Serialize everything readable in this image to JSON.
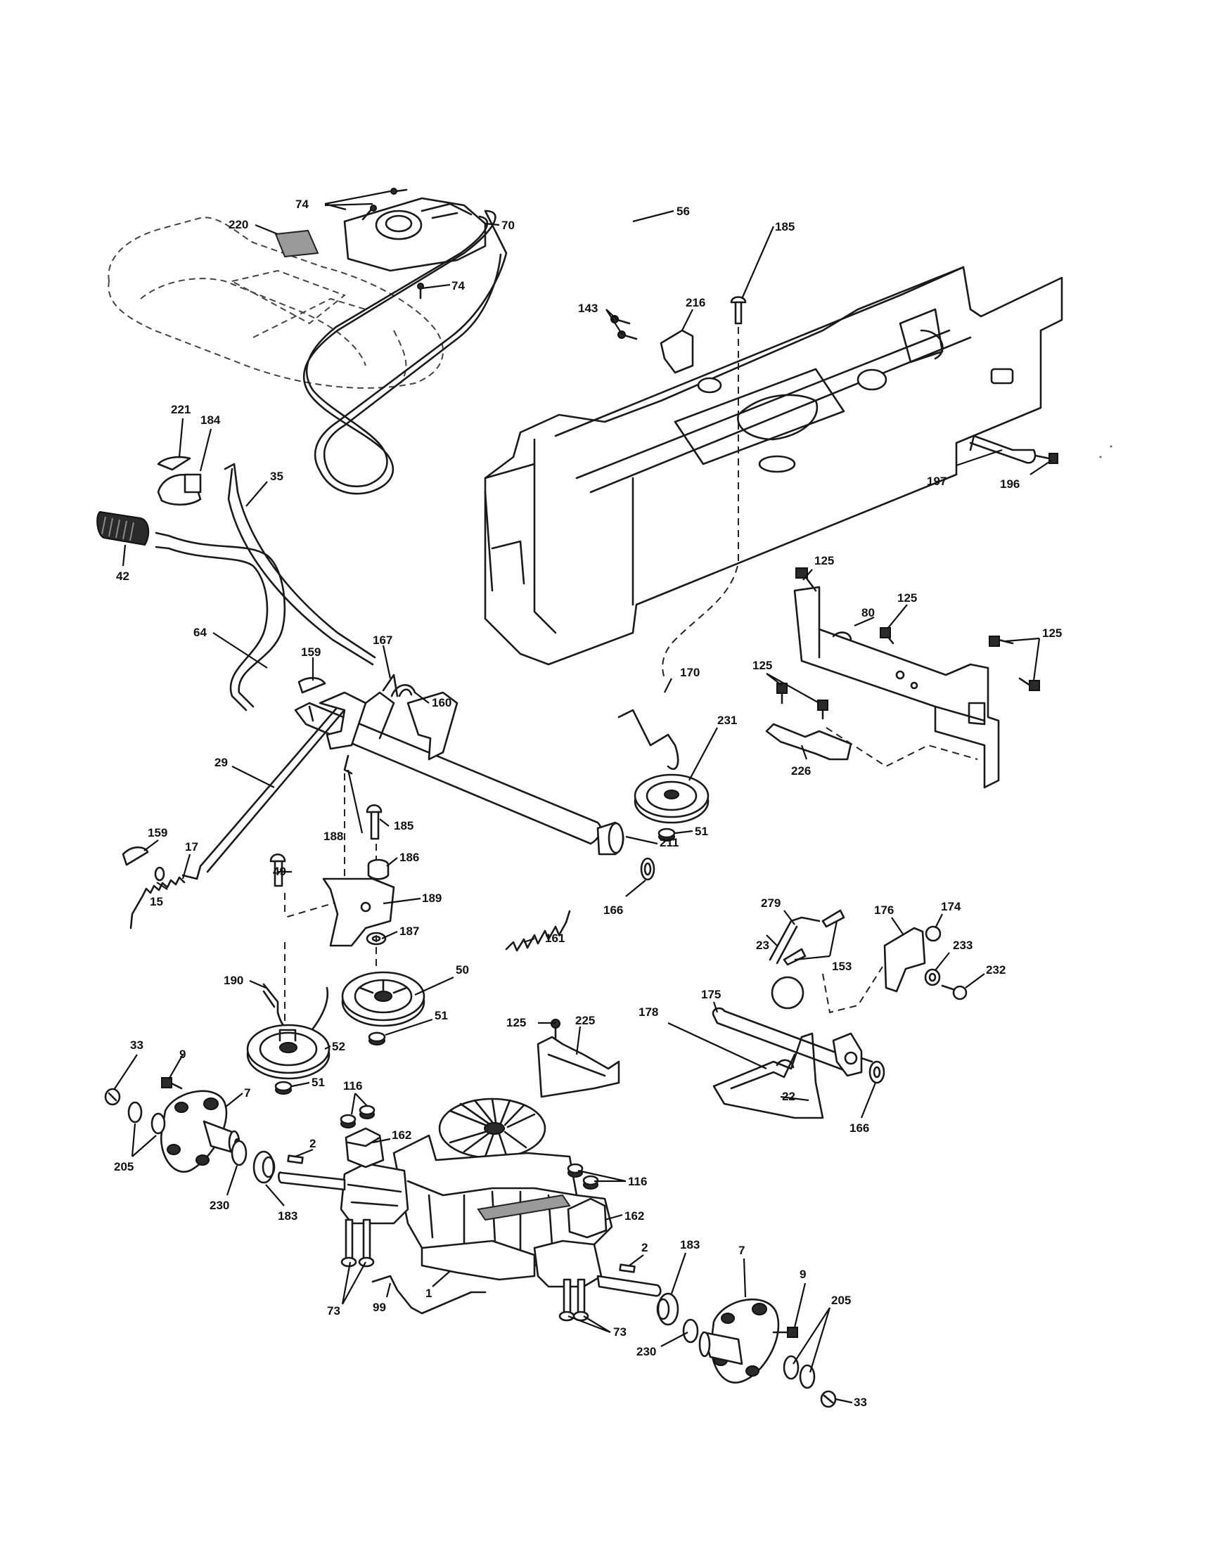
{
  "callouts": [
    {
      "id": "c74a",
      "label": "74"
    },
    {
      "id": "c220",
      "label": "220"
    },
    {
      "id": "c70",
      "label": "70"
    },
    {
      "id": "c56",
      "label": "56"
    },
    {
      "id": "c74b",
      "label": "74"
    },
    {
      "id": "c185a",
      "label": "185"
    },
    {
      "id": "c143",
      "label": "143"
    },
    {
      "id": "c216",
      "label": "216"
    },
    {
      "id": "c221",
      "label": "221"
    },
    {
      "id": "c184",
      "label": "184"
    },
    {
      "id": "c35",
      "label": "35"
    },
    {
      "id": "c42",
      "label": "42"
    },
    {
      "id": "c197",
      "label": "197"
    },
    {
      "id": "c196",
      "label": "196"
    },
    {
      "id": "c64",
      "label": "64"
    },
    {
      "id": "c159a",
      "label": "159"
    },
    {
      "id": "c167",
      "label": "167"
    },
    {
      "id": "c160",
      "label": "160"
    },
    {
      "id": "c125a",
      "label": "125"
    },
    {
      "id": "c80",
      "label": "80"
    },
    {
      "id": "c125b",
      "label": "125"
    },
    {
      "id": "c125c",
      "label": "125"
    },
    {
      "id": "c125d",
      "label": "125"
    },
    {
      "id": "c170",
      "label": "170"
    },
    {
      "id": "c231",
      "label": "231"
    },
    {
      "id": "c51a",
      "label": "51"
    },
    {
      "id": "c226",
      "label": "226"
    },
    {
      "id": "c29",
      "label": "29"
    },
    {
      "id": "c188",
      "label": "188"
    },
    {
      "id": "c185b",
      "label": "185"
    },
    {
      "id": "c211",
      "label": "211"
    },
    {
      "id": "c159b",
      "label": "159"
    },
    {
      "id": "c17",
      "label": "17"
    },
    {
      "id": "c186",
      "label": "186"
    },
    {
      "id": "c49",
      "label": "49"
    },
    {
      "id": "c189",
      "label": "189"
    },
    {
      "id": "c15",
      "label": "15"
    },
    {
      "id": "c166a",
      "label": "166"
    },
    {
      "id": "c187",
      "label": "187"
    },
    {
      "id": "c161",
      "label": "161"
    },
    {
      "id": "c279",
      "label": "279"
    },
    {
      "id": "c176",
      "label": "176"
    },
    {
      "id": "c174",
      "label": "174"
    },
    {
      "id": "c23",
      "label": "23"
    },
    {
      "id": "c153",
      "label": "153"
    },
    {
      "id": "c233",
      "label": "233"
    },
    {
      "id": "c232",
      "label": "232"
    },
    {
      "id": "c190",
      "label": "190"
    },
    {
      "id": "c50",
      "label": "50"
    },
    {
      "id": "c175",
      "label": "175"
    },
    {
      "id": "c178",
      "label": "178"
    },
    {
      "id": "c125e",
      "label": "125"
    },
    {
      "id": "c225",
      "label": "225"
    },
    {
      "id": "c51b",
      "label": "51"
    },
    {
      "id": "c33a",
      "label": "33"
    },
    {
      "id": "c9a",
      "label": "9"
    },
    {
      "id": "c52",
      "label": "52"
    },
    {
      "id": "c51c",
      "label": "51"
    },
    {
      "id": "c7a",
      "label": "7"
    },
    {
      "id": "c116a",
      "label": "116"
    },
    {
      "id": "c22",
      "label": "22"
    },
    {
      "id": "c166b",
      "label": "166"
    },
    {
      "id": "c162a",
      "label": "162"
    },
    {
      "id": "c205a",
      "label": "205"
    },
    {
      "id": "c2a",
      "label": "2"
    },
    {
      "id": "c230a",
      "label": "230"
    },
    {
      "id": "c183a",
      "label": "183"
    },
    {
      "id": "c116b",
      "label": "116"
    },
    {
      "id": "c162b",
      "label": "162"
    },
    {
      "id": "c2b",
      "label": "2"
    },
    {
      "id": "c183b",
      "label": "183"
    },
    {
      "id": "c7b",
      "label": "7"
    },
    {
      "id": "c9b",
      "label": "9"
    },
    {
      "id": "c73a",
      "label": "73"
    },
    {
      "id": "c99",
      "label": "99"
    },
    {
      "id": "c1",
      "label": "1"
    },
    {
      "id": "c205b",
      "label": "205"
    },
    {
      "id": "c73b",
      "label": "73"
    },
    {
      "id": "c230b",
      "label": "230"
    },
    {
      "id": "c33b",
      "label": "33"
    }
  ]
}
